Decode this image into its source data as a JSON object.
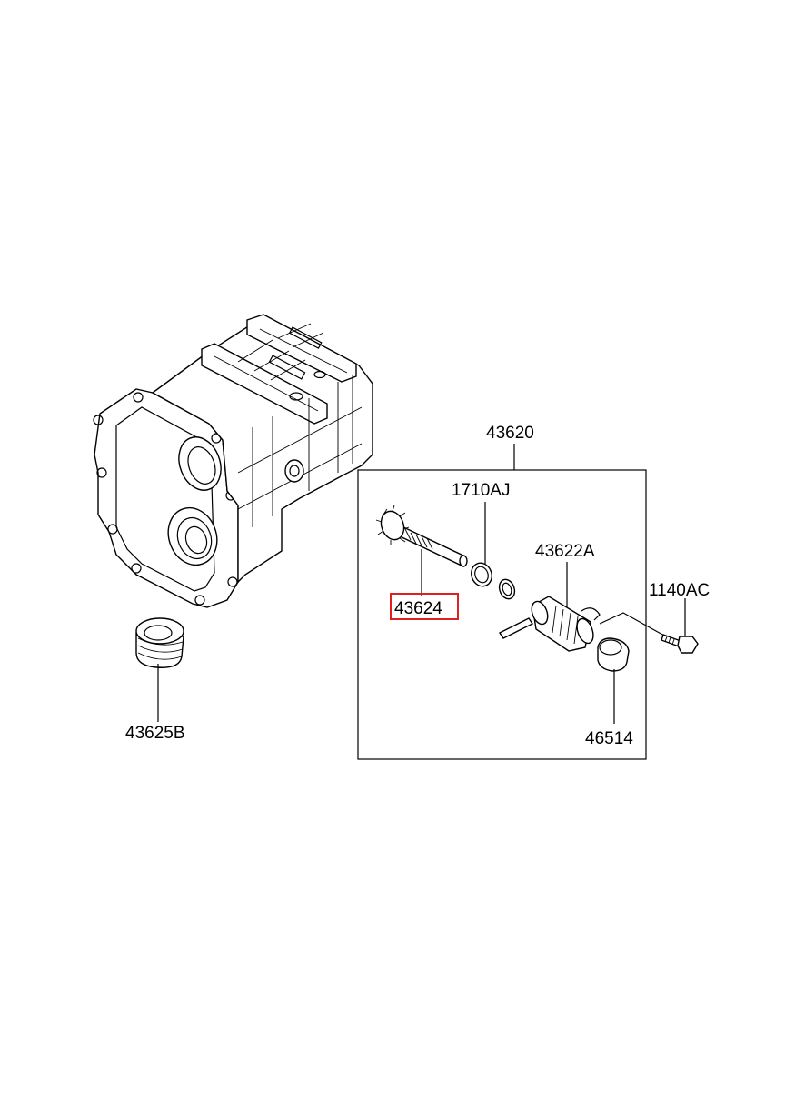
{
  "diagram": {
    "labels": {
      "assembly": "43620",
      "o_ring": "1710AJ",
      "housing": "43622A",
      "bolt": "1140AC",
      "gear": "43624",
      "sleeve": "43625B",
      "cap": "46514"
    },
    "highlighted_part": "43624",
    "highlight_color": "#e02020"
  }
}
